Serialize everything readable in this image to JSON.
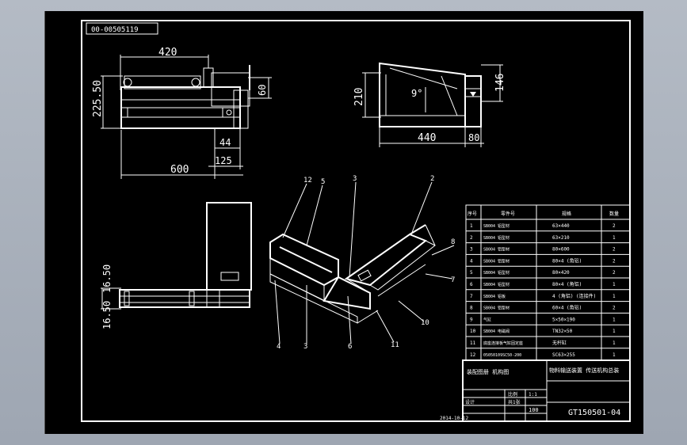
{
  "drawing": {
    "tag_code": "00-00505119",
    "front_view": {
      "dim_width": "420",
      "dim_total": "600",
      "dim_height": "225.50",
      "dim_side": "60",
      "dim_small": "44",
      "dim_125": "125"
    },
    "side_view": {
      "dim_height": "210",
      "dim_angle": "9°",
      "dim_right": "146",
      "dim_length": "440",
      "dim_80": "80"
    },
    "plan_view": {
      "dim_a": "16.50",
      "dim_b": "16.50"
    },
    "balloons": [
      "12",
      "5",
      "3",
      "2",
      "8",
      "7",
      "10",
      "11",
      "6",
      "3",
      "4"
    ],
    "bom": {
      "headers": [
        "序号",
        "零件号",
        "规格",
        "数量"
      ],
      "rows": [
        {
          "no": "1",
          "part": "SB004 铝型材",
          "spec": "63×440",
          "qty": "2"
        },
        {
          "no": "2",
          "part": "SB004 铝型材",
          "spec": "63×210",
          "qty": "1"
        },
        {
          "no": "3",
          "part": "SB004 铝型材",
          "spec": "80×600",
          "qty": "2"
        },
        {
          "no": "4",
          "part": "SB004 铝型材",
          "spec": "80×4 (角铝)",
          "qty": "2"
        },
        {
          "no": "5",
          "part": "SB004 铝型材",
          "spec": "80×420",
          "qty": "2"
        },
        {
          "no": "6",
          "part": "SB004 铝型材",
          "spec": "80×4 (角铝)",
          "qty": "1"
        },
        {
          "no": "7",
          "part": "SB004 铝板",
          "spec": "4 (角铝) (连接件)",
          "qty": "1"
        },
        {
          "no": "8",
          "part": "SB004 铝型材",
          "spec": "60×4 (角铝)",
          "qty": "2"
        },
        {
          "no": "9",
          "part": "气缸",
          "spec": "5×50×190",
          "qty": "1"
        },
        {
          "no": "10",
          "part": "SB004 电磁阀",
          "spec": "TN32×50",
          "qty": "1"
        },
        {
          "no": "11",
          "part": "底座连接板气缸固定座",
          "spec": "无杆缸",
          "qty": "1"
        },
        {
          "no": "12",
          "part": "05050109SC50-200",
          "spec": "SC63×255",
          "qty": "1"
        }
      ]
    },
    "title_block": {
      "left_top": "装配图册 机构图",
      "right_top": "物料输送装置 传送机构总装",
      "scale_label": "比例",
      "scale_value": "1:1",
      "designer_label": "设计",
      "sheet_label": "共1张",
      "count": "100",
      "drawing_no": "GT150501-04",
      "corner_code": "2014-10-12"
    }
  }
}
